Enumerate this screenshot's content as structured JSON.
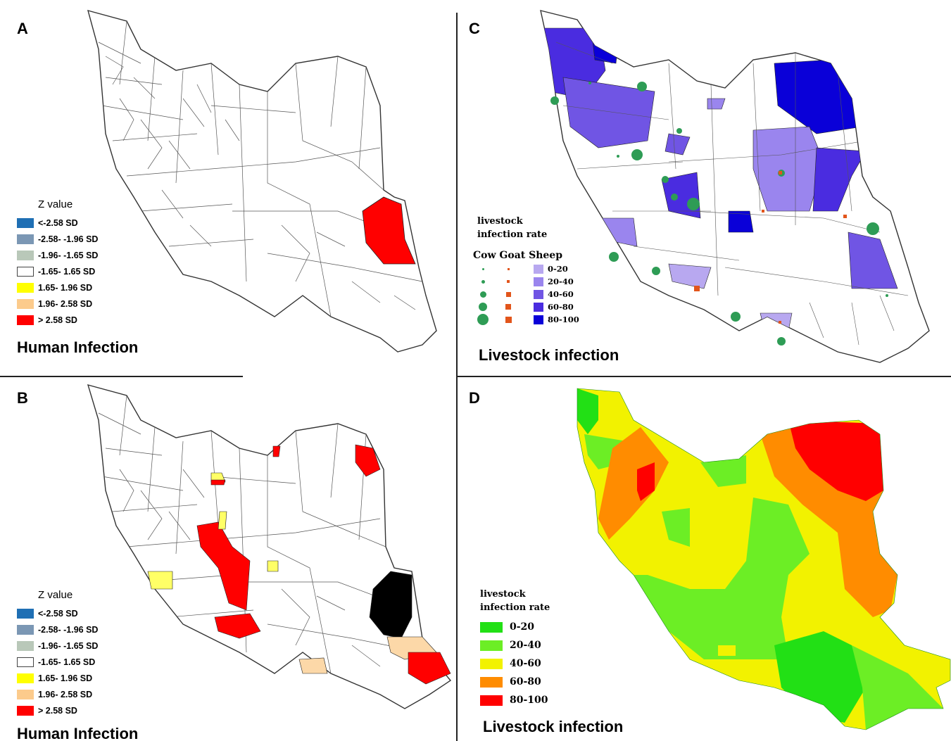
{
  "panels": {
    "a": {
      "letter": "A",
      "caption": "Human Infection"
    },
    "b": {
      "letter": "B",
      "caption": "Human Infection"
    },
    "c": {
      "letter": "C",
      "caption": "Livestock infection"
    },
    "d": {
      "letter": "D",
      "caption": "Livestock infection"
    }
  },
  "z_legend": {
    "title": "Z value",
    "items": [
      {
        "label": "<-2.58 SD",
        "color": "#1f6fb4"
      },
      {
        "label": "-2.58- -1.96 SD",
        "color": "#7b97b4"
      },
      {
        "label": "-1.96- -1.65 SD",
        "color": "#b9c8b9"
      },
      {
        "label": "-1.65- 1.65 SD",
        "color": "#ffffff"
      },
      {
        "label": "1.65- 1.96 SD",
        "color": "#ffff00"
      },
      {
        "label": "1.96- 2.58 SD",
        "color": "#fccb8c"
      },
      {
        "label": "> 2.58 SD",
        "color": "#ff0000"
      }
    ]
  },
  "livestock_c": {
    "title_line1": "livestock",
    "title_line2": "infection rate",
    "header": "Cow Goat Sheep",
    "items": [
      {
        "label": "0-20",
        "color": "#b8a8f0"
      },
      {
        "label": "20-40",
        "color": "#9a85ee"
      },
      {
        "label": "40-60",
        "color": "#7055e4"
      },
      {
        "label": "60-80",
        "color": "#4a2ce0"
      },
      {
        "label": "80-100",
        "color": "#0a00d8"
      }
    ]
  },
  "livestock_d": {
    "title_line1": "livestock",
    "title_line2": "infection rate",
    "items": [
      {
        "label": "0-20",
        "color": "#22e015"
      },
      {
        "label": "20-40",
        "color": "#6cee25"
      },
      {
        "label": "40-60",
        "color": "#f2f200"
      },
      {
        "label": "60-80",
        "color": "#ff8c00"
      },
      {
        "label": "80-100",
        "color": "#ff0000"
      }
    ]
  }
}
